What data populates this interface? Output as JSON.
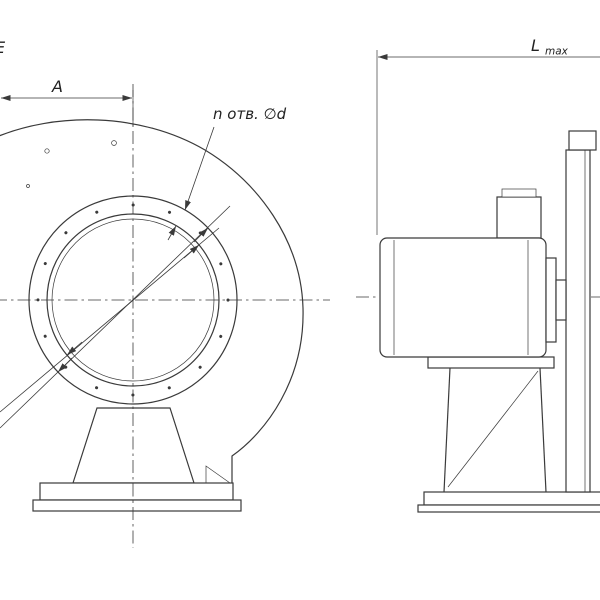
{
  "drawing": {
    "line_color": "#3a3a3a",
    "labels": {
      "dim_e": "E",
      "dim_a": "A",
      "holes_note": "n отв. ∅d",
      "lmax_main": "L",
      "lmax_sub": "max"
    }
  }
}
